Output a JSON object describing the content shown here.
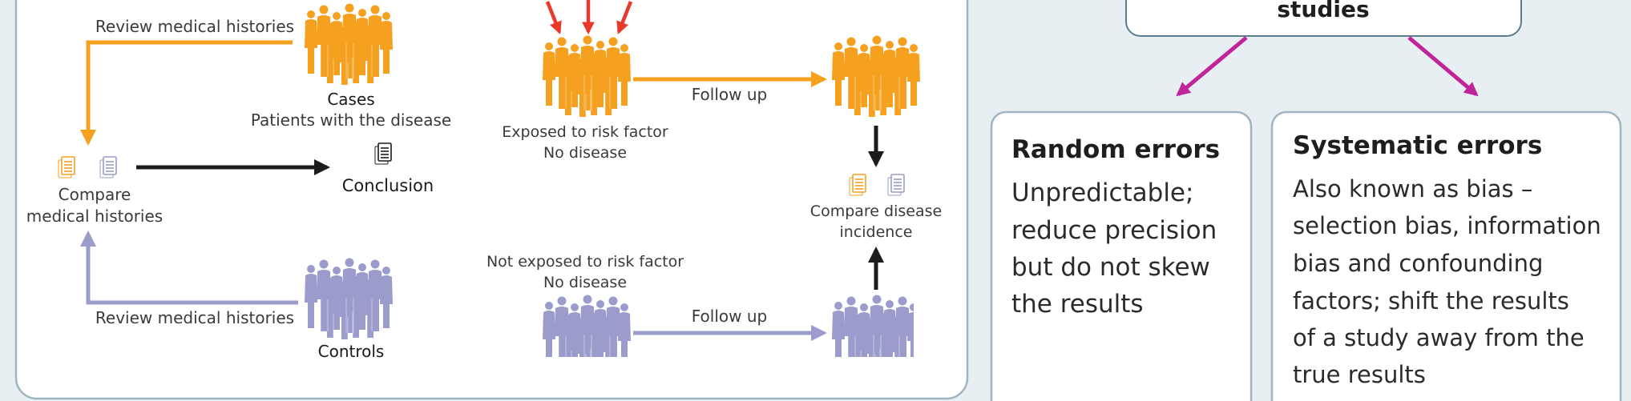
{
  "case_control": {
    "review_top": "Review medical histories",
    "cases_title": "Cases",
    "cases_sub": "Patients with the disease",
    "compare_line1": "Compare",
    "compare_line2": "medical histories",
    "conclusion": "Conclusion",
    "review_bottom": "Review medical histories",
    "controls": "Controls"
  },
  "cohort": {
    "exposed_line1": "Exposed to risk factor",
    "exposed_line2": "No disease",
    "follow_up_top": "Follow up",
    "compare_line1": "Compare disease",
    "compare_line2": "incidence",
    "not_exposed_line1": "Not exposed to risk factor",
    "not_exposed_line2": "No disease",
    "follow_up_bottom": "Follow up"
  },
  "errors": {
    "top_box_text": "studies",
    "random": {
      "title": "Random errors",
      "lines": [
        "Unpredictable;",
        "reduce precision",
        "but do not skew",
        "the results"
      ]
    },
    "systematic": {
      "title": "Systematic errors",
      "lines": [
        "Also known as bias –",
        "selection bias, information",
        "bias and confounding",
        "factors; shift the results",
        "of a study away from the",
        "true results"
      ]
    }
  },
  "colors": {
    "orange": "#f5a01e",
    "purple": "#9b9ccc",
    "red": "#e8392b",
    "magenta": "#c0249a",
    "dark": "#1c1c1c",
    "panel_border": "#9fb6c2",
    "background": "#e8eff2"
  }
}
